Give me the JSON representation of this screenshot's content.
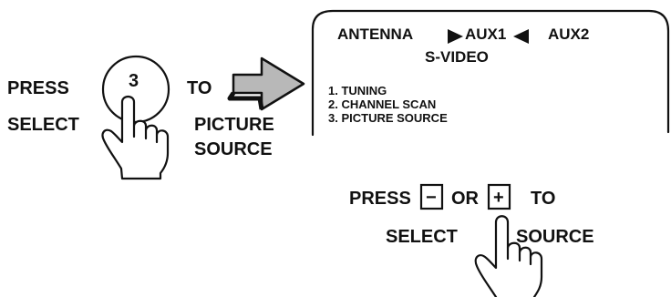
{
  "left_instruction": {
    "line1_prefix": "PRESS",
    "button_number": "3",
    "line1_suffix": "TO",
    "line2_prefix": "SELECT",
    "line2_suffix": "PICTURE",
    "line3": "SOURCE"
  },
  "screen_menu": {
    "source_options": [
      "ANTENNA",
      "AUX1",
      "AUX2",
      "S-VIDEO"
    ],
    "selected_source": "AUX1",
    "items": [
      "1. TUNING",
      "2. CHANNEL SCAN",
      "3. PICTURE SOURCE"
    ]
  },
  "bottom_instruction": {
    "line1_prefix": "PRESS",
    "minus_key": "−",
    "middle_word": "OR",
    "plus_key": "+",
    "line1_suffix": "TO",
    "line2_prefix": "SELECT",
    "line2_suffix": "SOURCE"
  },
  "icons": [
    "pointing-hand-icon",
    "right-arrow-icon",
    "selection-triangle-icons"
  ],
  "colors": {
    "ink": "#111111",
    "arrow_fill": "#b8b8b8",
    "background": "#ffffff"
  }
}
